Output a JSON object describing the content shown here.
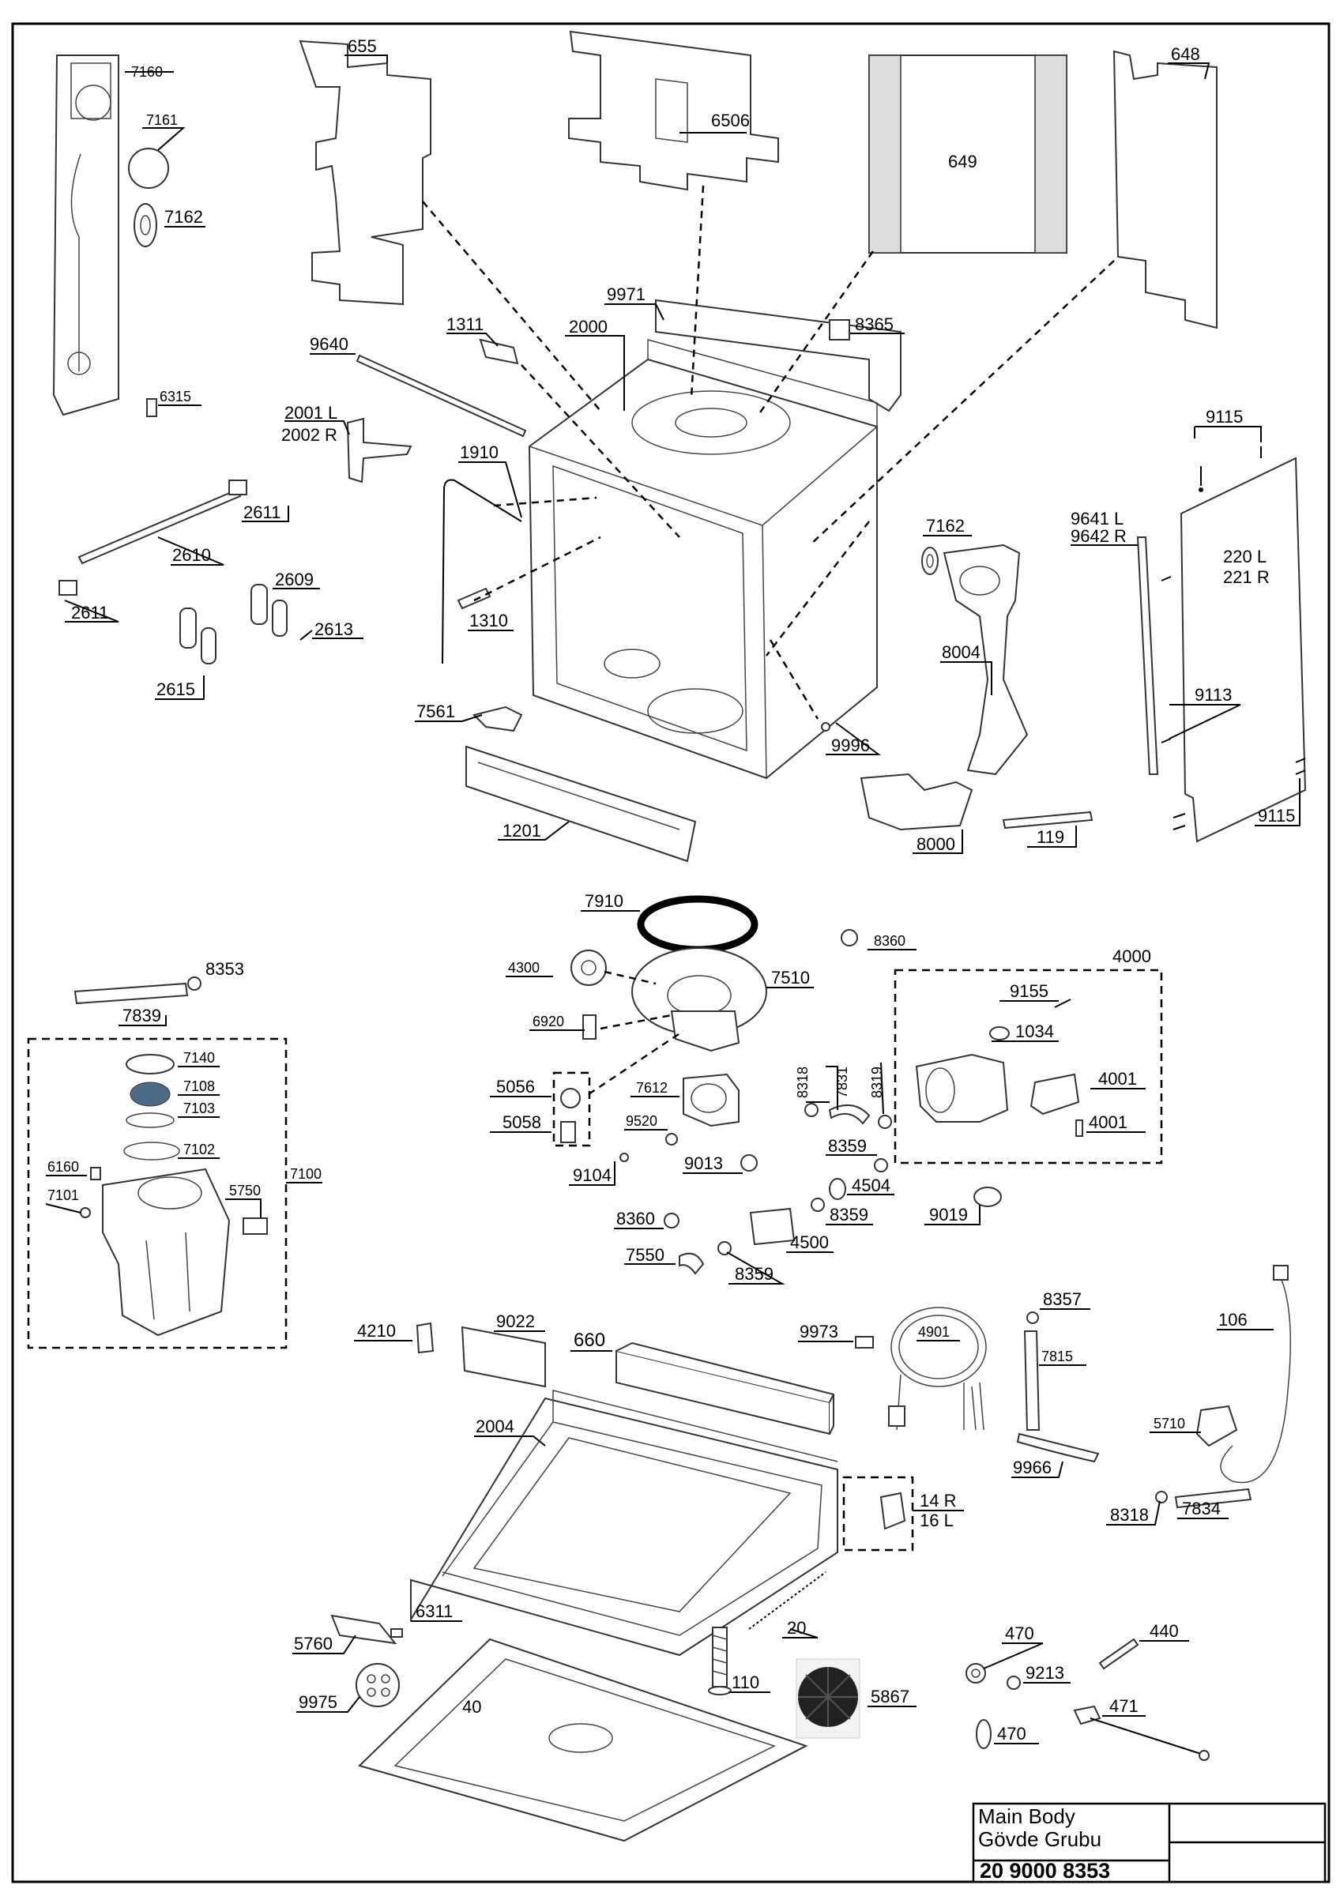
{
  "title_block": {
    "name_en": "Main Body",
    "name_tr": "Gövde Grubu",
    "number": "20 9000 8353"
  },
  "callouts": {
    "c7160": "7160",
    "c7161": "7161",
    "c7162a": "7162",
    "c6315": "6315",
    "c655": "655",
    "c6506": "6506",
    "c649": "649",
    "c648": "648",
    "c9971": "9971",
    "c8365": "8365",
    "c1311": "1311",
    "c2000": "2000",
    "c9640": "9640",
    "c2001": "2001 L",
    "c2002": "2002 R",
    "c1910": "1910",
    "c2611a": "2611",
    "c2610": "2610",
    "c2611b": "2611",
    "c2609": "2609",
    "c2613": "2613",
    "c2615": "2615",
    "c1310": "1310",
    "c7561": "7561",
    "c1201": "1201",
    "c9996": "9996",
    "c7162b": "7162",
    "c8004": "8004",
    "c8000": "8000",
    "c119": "119",
    "c9115a": "9115",
    "c9641": "9641 L",
    "c9642": "9642 R",
    "c220": "220 L",
    "c221": "221 R",
    "c9113": "9113",
    "c9115b": "9115",
    "c7910": "7910",
    "c8360a": "8360",
    "c4300": "4300",
    "c7510": "7510",
    "c4000": "4000",
    "c9155": "9155",
    "c1034": "1034",
    "c6920": "6920",
    "c8353": "8353",
    "c7839": "7839",
    "c5056": "5056",
    "c5058": "5058",
    "c7612": "7612",
    "c8318a": "8318",
    "c7831": "7831",
    "c8319": "8319",
    "c4001a": "4001",
    "c4001b": "4001",
    "c9520": "9520",
    "c9104": "9104",
    "c9013": "9013",
    "c8359a": "8359",
    "c4504": "4504",
    "c9019": "9019",
    "c8359b": "8359",
    "c8360b": "8360",
    "c4500": "4500",
    "c7550": "7550",
    "c8359c": "8359",
    "c7140": "7140",
    "c7108": "7108",
    "c7103": "7103",
    "c7102": "7102",
    "c6160": "6160",
    "c7101": "7101",
    "c5750": "5750",
    "c7100": "7100",
    "c4210": "4210",
    "c9022": "9022",
    "c660": "660",
    "c9973": "9973",
    "c4901": "4901",
    "c8357": "8357",
    "c7815": "7815",
    "c106": "106",
    "c2004": "2004",
    "c9966": "9966",
    "c5710": "5710",
    "c14r": "14 R",
    "c16l": "16 L",
    "c8318b": "8318",
    "c7834": "7834",
    "c6311": "6311",
    "c5760": "5760",
    "c20": "20",
    "c9975": "9975",
    "c40": "40",
    "c110": "110",
    "c5867": "5867",
    "c470a": "470",
    "c440": "440",
    "c9213": "9213",
    "c471": "471",
    "c470b": "470"
  }
}
